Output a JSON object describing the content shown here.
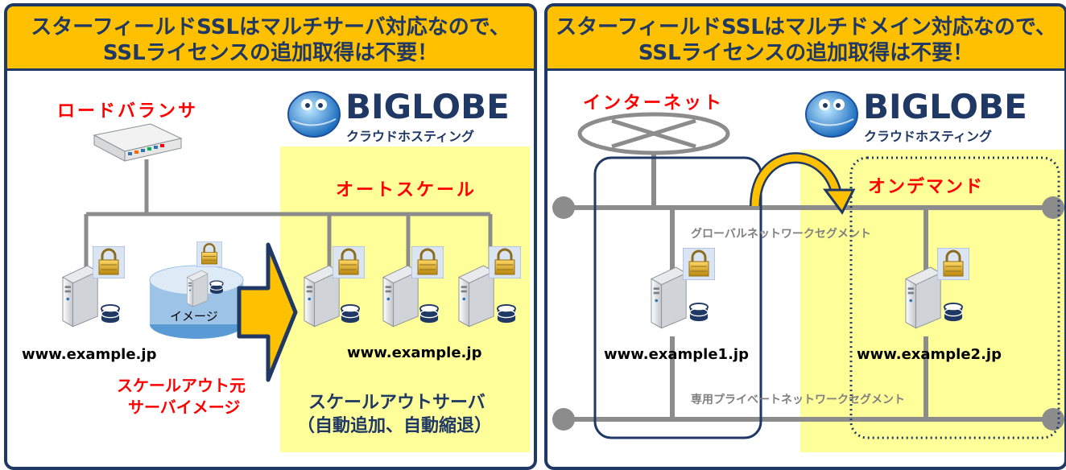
{
  "left_panel": {
    "header_line1": "スターフィールドSSLはマルチサーバ対応なので、",
    "header_line2": "SSLライセンスの追加取得は不要！",
    "load_balancer_label": "ロードバランサ",
    "logo_title": "BIGLOBE",
    "logo_subtitle": "クラウドホスティング",
    "autoscale_label": "オートスケール",
    "image_label": "イメージ",
    "left_server_domain": "www.example.jp",
    "group_domain": "www.example.jp",
    "source_image_line1": "スケールアウト元",
    "source_image_line2": "サーバイメージ",
    "scaleout_line1": "スケールアウトサーバ",
    "scaleout_line2": "（自動追加、自動縮退）"
  },
  "right_panel": {
    "header_line1": "スターフィールドSSLはマルチドメイン対応なので、",
    "header_line2": "SSLライセンスの追加取得は不要！",
    "internet_label": "インターネット",
    "logo_title": "BIGLOBE",
    "logo_subtitle": "クラウドホスティング",
    "ondemand_label": "オンデマンド",
    "global_segment": "グローバルネットワークセグメント",
    "private_segment": "専用プライベートネットワークセグメント",
    "server1_domain": "www.example1.jp",
    "server2_domain": "www.example2.jp"
  },
  "colors": {
    "header_bg": "#ffc000",
    "border": "#1f3864",
    "highlight_zone": "#ffff99",
    "network_line": "#808080",
    "red_label": "#ff0000"
  },
  "icons": [
    "load-balancer-icon",
    "server-icon",
    "lock-icon",
    "database-icon",
    "image-disk-icon",
    "arrow-right-icon",
    "internet-cloud-icon",
    "curved-arrow-icon",
    "biglobe-logo-icon"
  ]
}
